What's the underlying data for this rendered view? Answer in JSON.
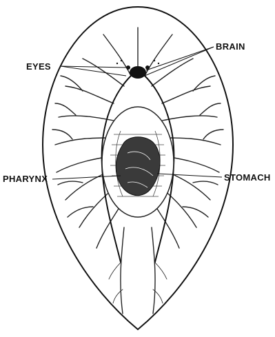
{
  "labels": {
    "eyes": "EYES",
    "brain": "BRAIN",
    "pharynx": "PHARYNX",
    "stomach": "STOMACH"
  }
}
